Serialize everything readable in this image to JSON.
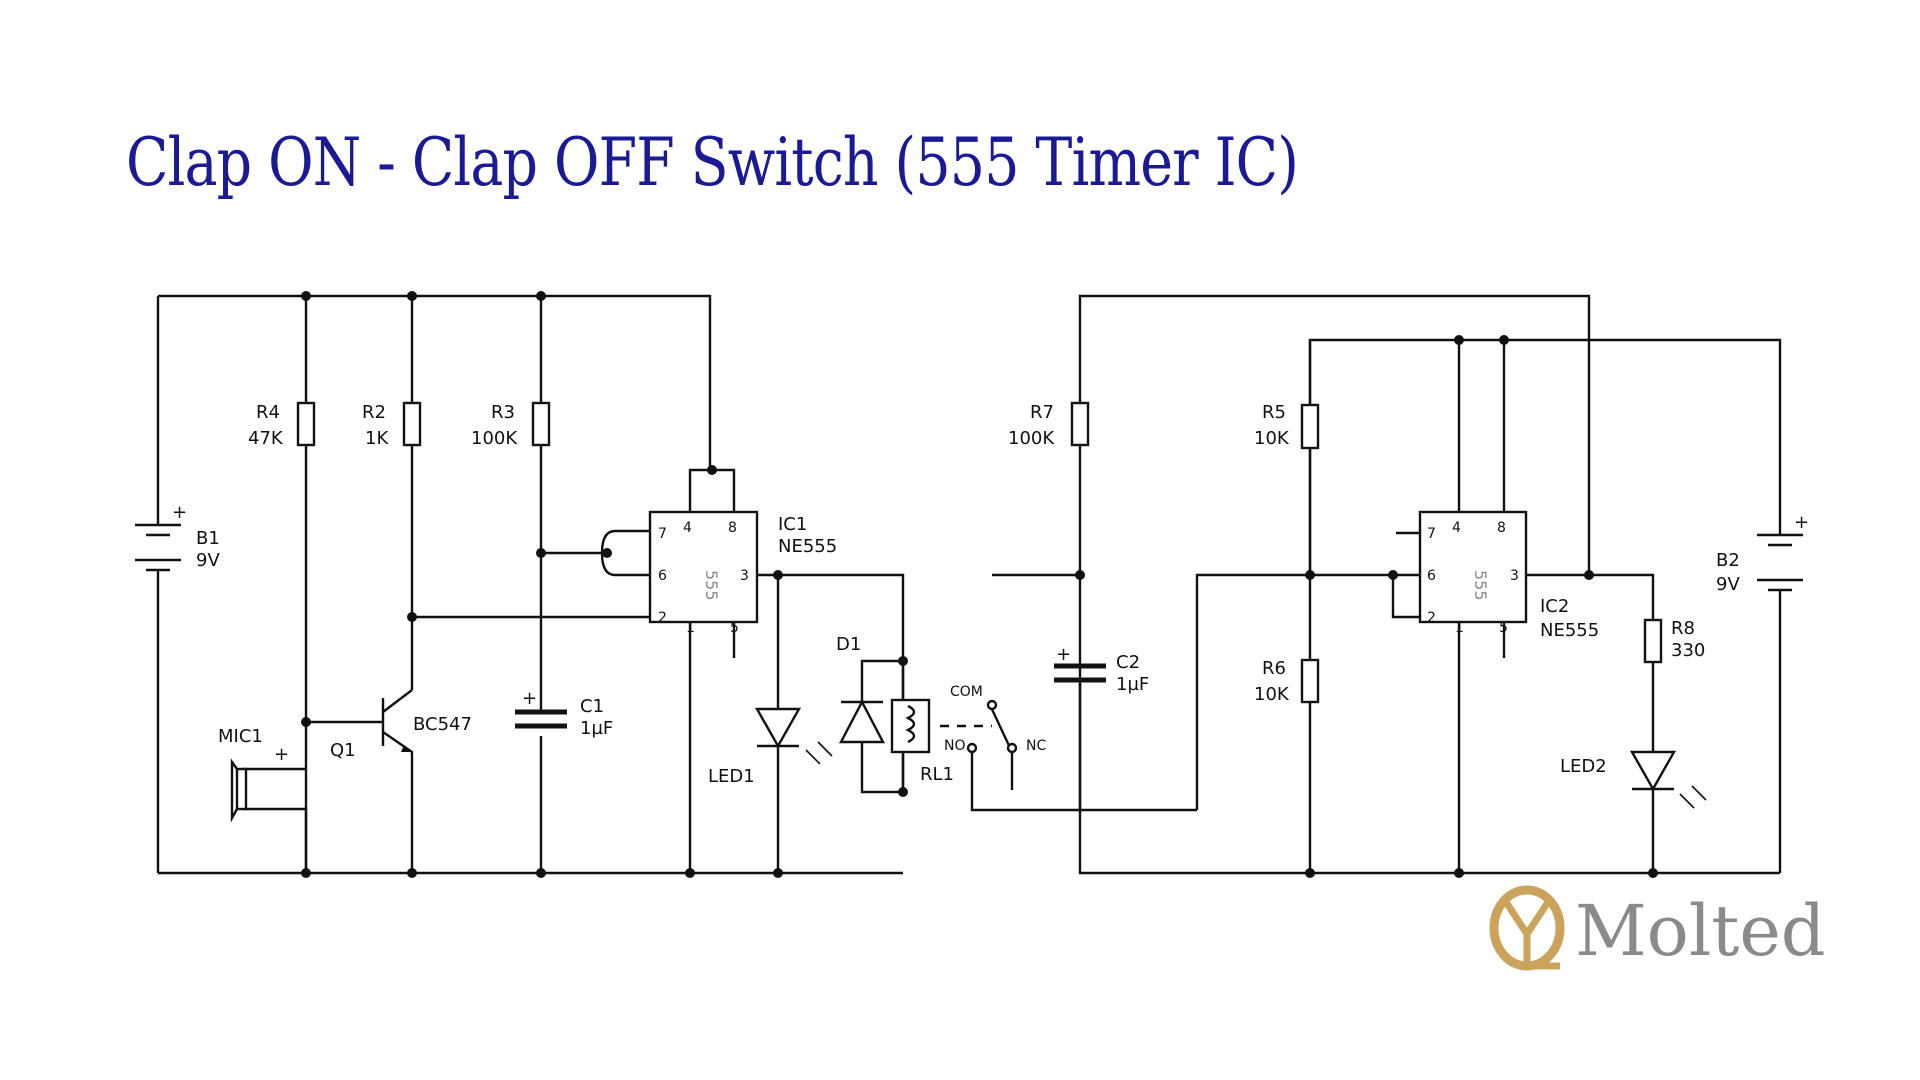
{
  "title": "Clap ON - Clap OFF Switch (555 Timer IC)",
  "logo": {
    "text": "Molted",
    "icon": "ml-monogram-icon",
    "color": "#c9a45a"
  },
  "colors": {
    "title": "#1a1a96",
    "wire": "#111111"
  },
  "left_circuit": {
    "battery": {
      "ref": "B1",
      "value": "9V",
      "plus": "+"
    },
    "r4": {
      "ref": "R4",
      "value": "47K"
    },
    "r2": {
      "ref": "R2",
      "value": "1K"
    },
    "r3": {
      "ref": "R3",
      "value": "100K"
    },
    "mic": {
      "ref": "MIC1",
      "plus": "+"
    },
    "transistor": {
      "ref": "Q1",
      "value": "BC547"
    },
    "c1": {
      "ref": "C1",
      "value": "1µF",
      "plus": "+"
    },
    "ic": {
      "ref": "IC1",
      "value": "NE555",
      "chip": "555",
      "pins": [
        "4",
        "8",
        "7",
        "6",
        "3",
        "2",
        "1",
        "5"
      ]
    },
    "led": {
      "ref": "LED1"
    },
    "diode": {
      "ref": "D1"
    },
    "relay": {
      "ref": "RL1",
      "com": "COM",
      "no": "NO",
      "nc": "NC"
    }
  },
  "right_circuit": {
    "r7": {
      "ref": "R7",
      "value": "100K"
    },
    "c2": {
      "ref": "C2",
      "value": "1µF",
      "plus": "+"
    },
    "r5": {
      "ref": "R5",
      "value": "10K"
    },
    "r6": {
      "ref": "R6",
      "value": "10K"
    },
    "ic": {
      "ref": "IC2",
      "value": "NE555",
      "chip": "555",
      "pins": [
        "4",
        "8",
        "7",
        "6",
        "3",
        "2",
        "1",
        "5"
      ]
    },
    "r8": {
      "ref": "R8",
      "value": "330"
    },
    "led": {
      "ref": "LED2"
    },
    "battery": {
      "ref": "B2",
      "value": "9V",
      "plus": "+"
    }
  }
}
